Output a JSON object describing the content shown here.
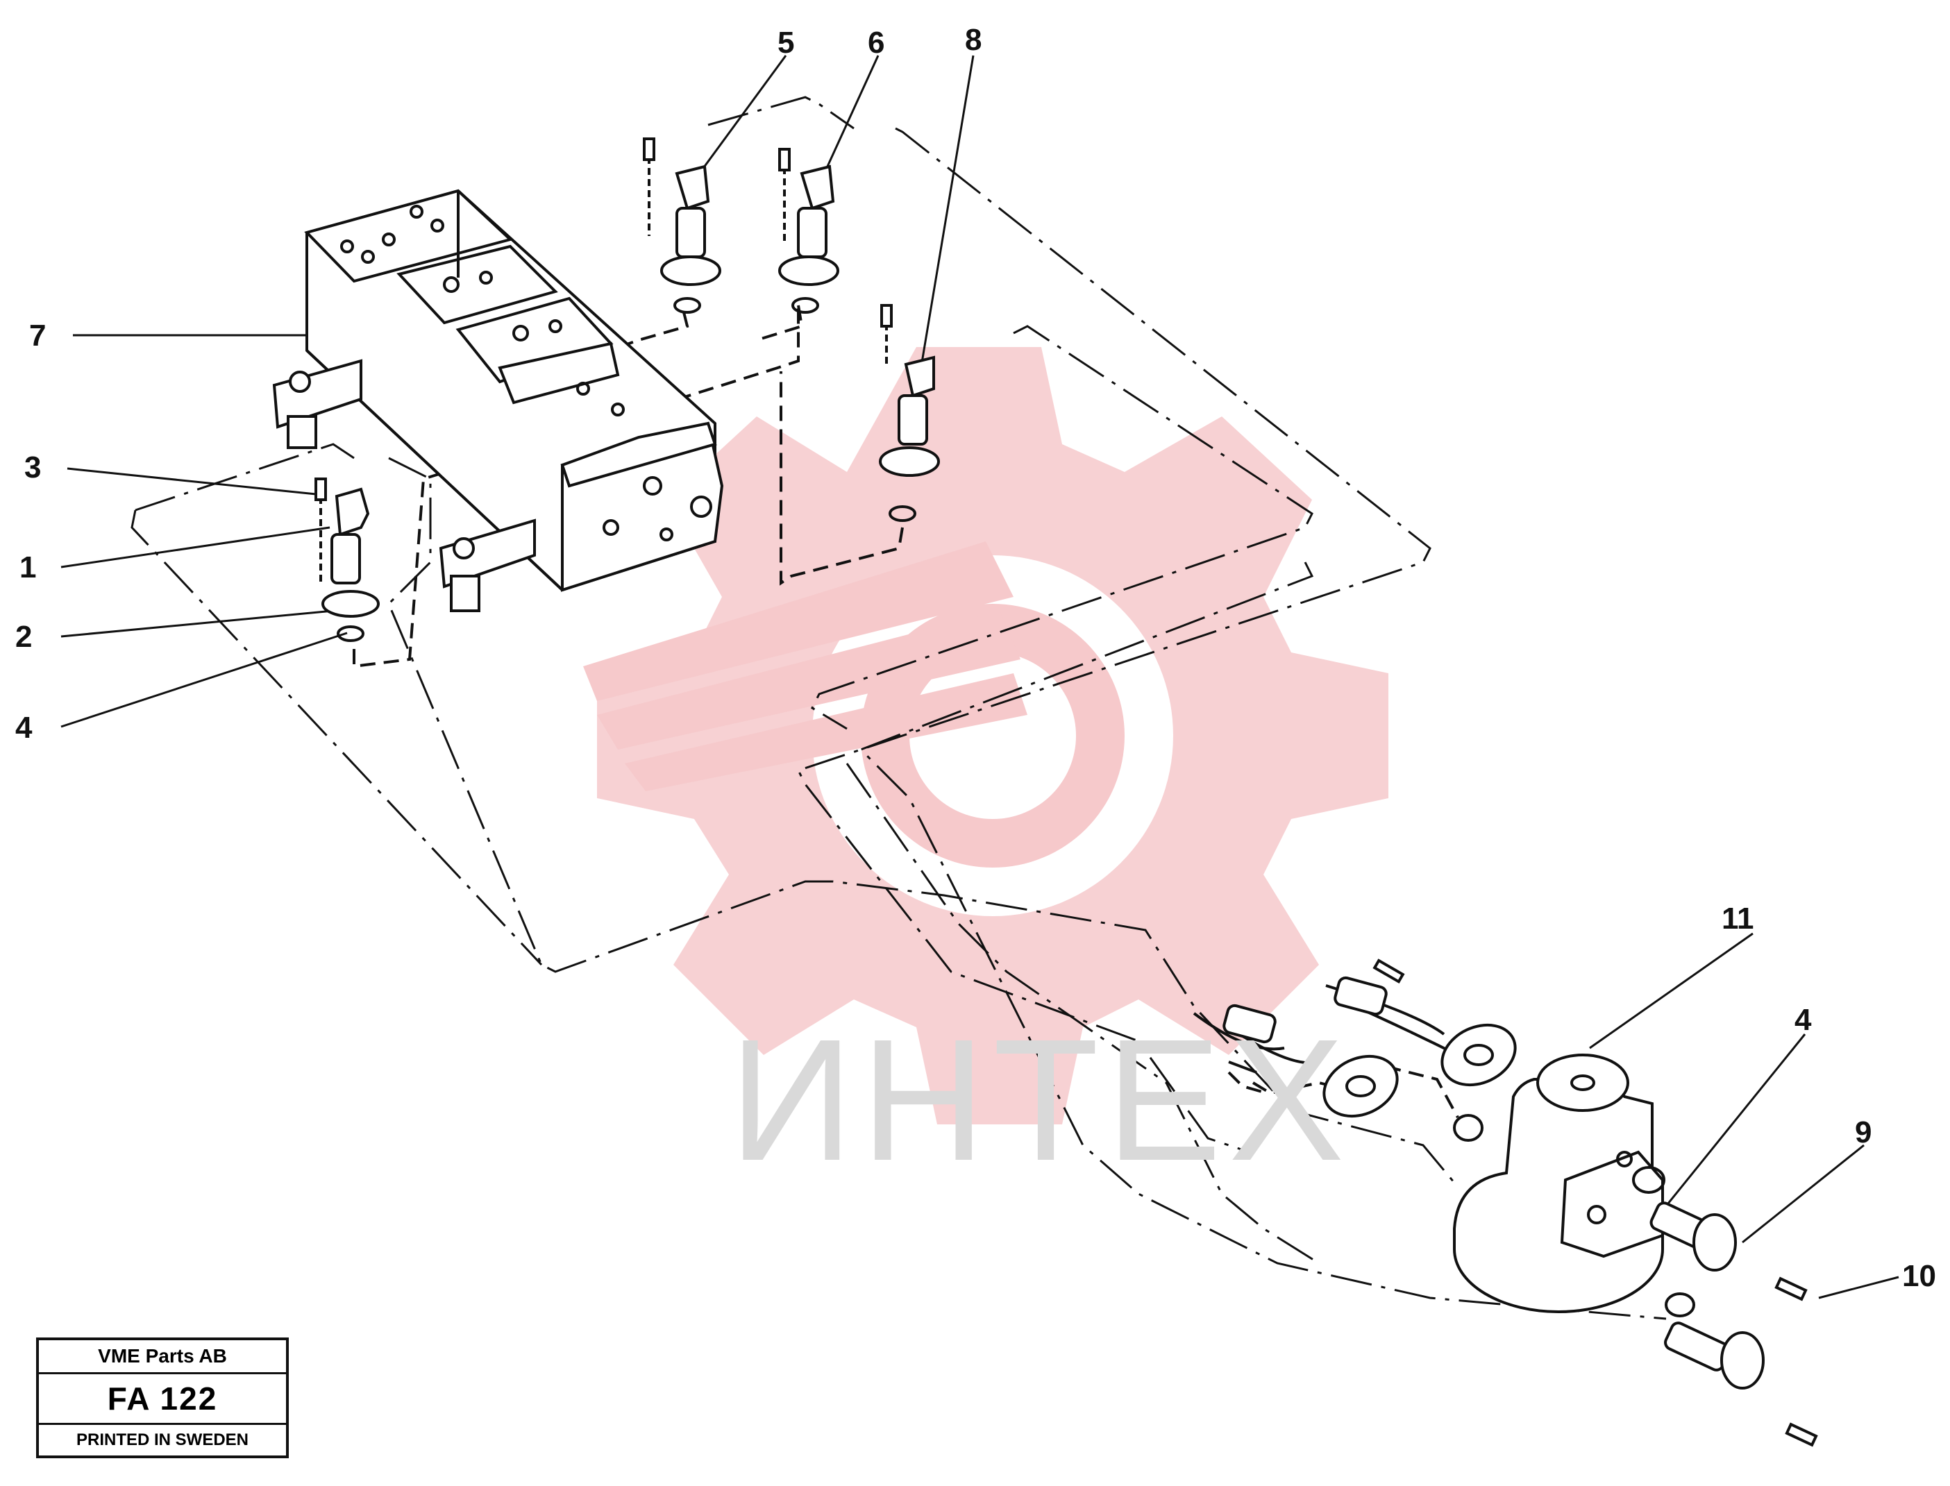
{
  "callouts": [
    "1",
    "2",
    "3",
    "4",
    "5",
    "6",
    "7",
    "8",
    "4",
    "9",
    "10",
    "11"
  ],
  "watermark": {
    "text": "ИНТЕХ",
    "logo_color": "#f6c9cb",
    "text_color": "#d9d9d9"
  },
  "stamp": {
    "company": "VME Parts AB",
    "code": "FA 122",
    "printed": "PRINTED IN SWEDEN"
  },
  "colors": {
    "line": "#111111",
    "background": "#ffffff"
  }
}
